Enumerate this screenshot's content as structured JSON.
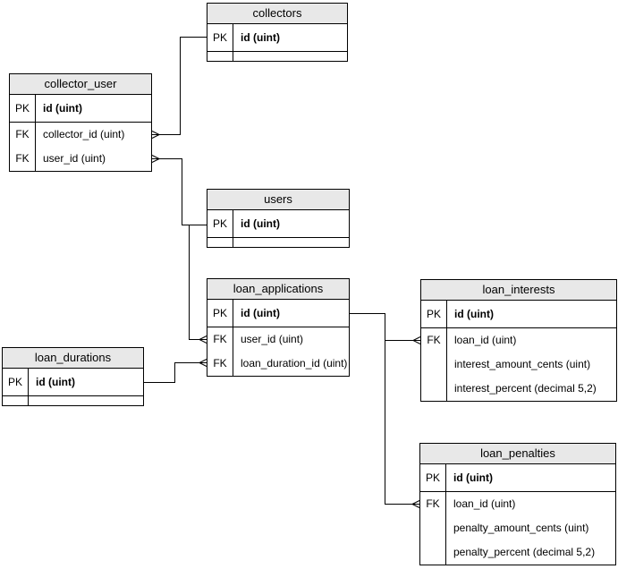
{
  "diagram": {
    "kind": "entity-relationship",
    "background_color": "#ffffff",
    "entity_header_fill": "#e8e8e8",
    "entity_border_color": "#000000",
    "text_color": "#000000"
  },
  "tables": {
    "collectors": {
      "title": "collectors",
      "pk_key": "PK",
      "pk_field": "id (uint)"
    },
    "collector_user": {
      "title": "collector_user",
      "pk_key": "PK",
      "pk_field": "id (uint)",
      "fk1_key": "FK",
      "fk1_field": "collector_id (uint)",
      "fk2_key": "FK",
      "fk2_field": "user_id (uint)"
    },
    "users": {
      "title": "users",
      "pk_key": "PK",
      "pk_field": "id (uint)"
    },
    "loan_applications": {
      "title": "loan_applications",
      "pk_key": "PK",
      "pk_field": "id (uint)",
      "fk1_key": "FK",
      "fk1_field": "user_id (uint)",
      "fk2_key": "FK",
      "fk2_field": "loan_duration_id (uint)"
    },
    "loan_durations": {
      "title": "loan_durations",
      "pk_key": "PK",
      "pk_field": "id (uint)"
    },
    "loan_interests": {
      "title": "loan_interests",
      "pk_key": "PK",
      "pk_field": "id (uint)",
      "fk1_key": "FK",
      "fk1_field": "loan_id (uint)",
      "attr1_field": "interest_amount_cents (uint)",
      "attr2_field": "interest_percent (decimal 5,2)"
    },
    "loan_penalties": {
      "title": "loan_penalties",
      "pk_key": "PK",
      "pk_field": "id (uint)",
      "fk1_key": "FK",
      "fk1_field": "loan_id (uint)",
      "attr1_field": "penalty_amount_cents (uint)",
      "attr2_field": "penalty_percent (decimal 5,2)"
    }
  },
  "relations": [
    {
      "from": "collector_user.collector_id",
      "to": "collectors.id",
      "many_side": "collector_user"
    },
    {
      "from": "collector_user.user_id",
      "to": "users.id",
      "many_side": "collector_user"
    },
    {
      "from": "loan_applications.user_id",
      "to": "users.id",
      "many_side": "loan_applications"
    },
    {
      "from": "loan_applications.loan_duration_id",
      "to": "loan_durations.id",
      "many_side": "loan_applications"
    },
    {
      "from": "loan_interests.loan_id",
      "to": "loan_applications.id",
      "many_side": "loan_interests"
    },
    {
      "from": "loan_penalties.loan_id",
      "to": "loan_applications.id",
      "many_side": "loan_penalties"
    }
  ]
}
